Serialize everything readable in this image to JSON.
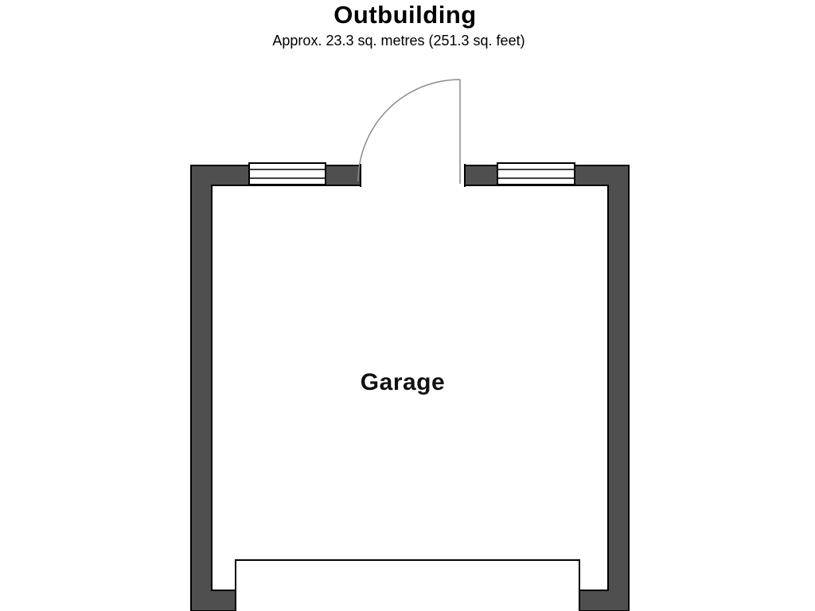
{
  "header": {
    "title": "Outbuilding",
    "subtitle": "Approx. 23.3 sq. metres (251.3 sq. feet)"
  },
  "room": {
    "label": "Garage"
  },
  "colors": {
    "background": "#ffffff",
    "wall_fill": "#4f4f4f",
    "wall_outline": "#000000",
    "door_line": "#8a8a8a",
    "window_fill": "#ffffff"
  }
}
